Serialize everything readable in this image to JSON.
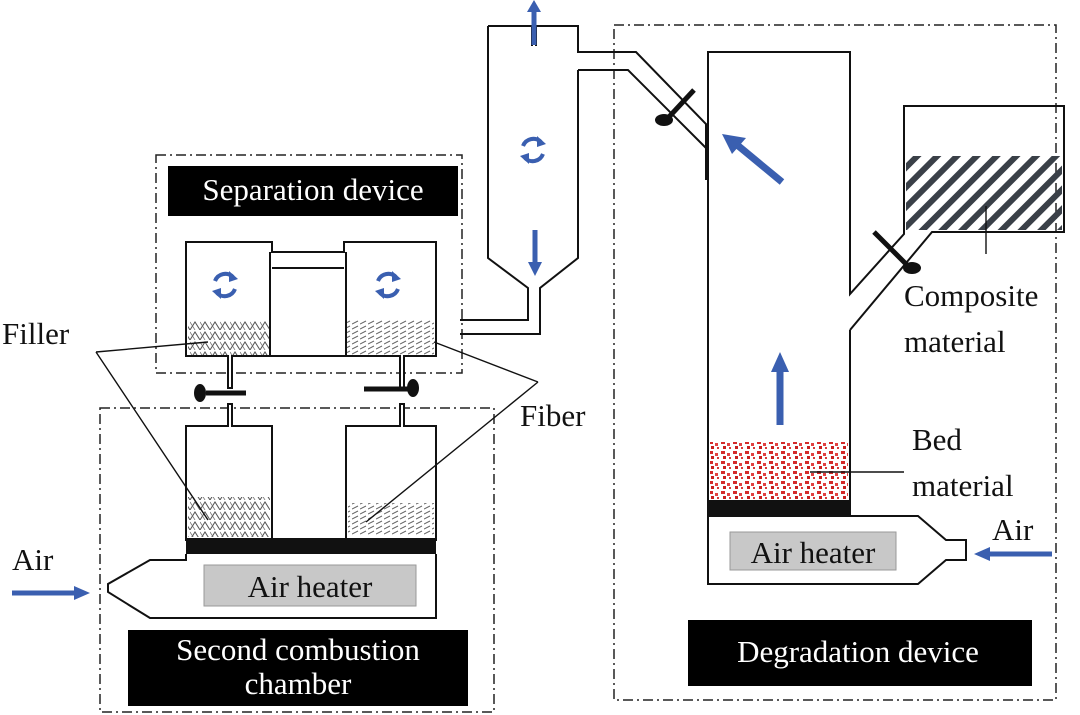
{
  "labels": {
    "separation_device": "Separation device",
    "second_combustion": [
      "Second combustion",
      "chamber"
    ],
    "degradation_device": "Degradation device",
    "filler": "Filler",
    "fiber": "Fiber",
    "air_left": "Air",
    "air_right": "Air",
    "air_heater_left": "Air heater",
    "air_heater_right": "Air heater",
    "composite_material": [
      "Composite",
      "material"
    ],
    "bed_material": [
      "Bed",
      "material"
    ]
  },
  "colors": {
    "arrow": "#3a5fb0",
    "bed_material": "#d42a2a",
    "heater_fill": "#c8c8c8",
    "label_box": "#000000"
  },
  "icons": [
    "cyclone-swirl-icon",
    "flow-arrow-icon",
    "valve-icon"
  ]
}
